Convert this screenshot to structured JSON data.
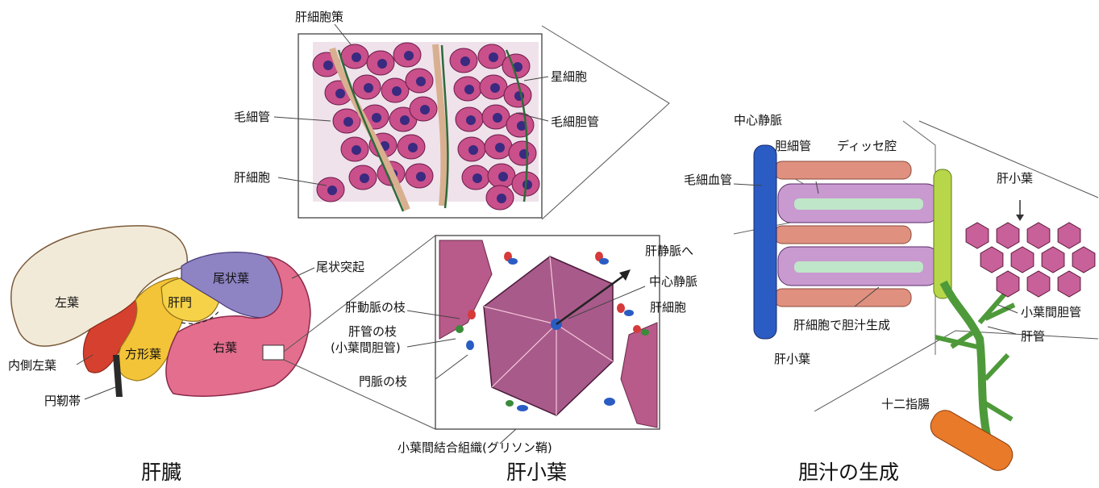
{
  "liver": {
    "caption": "肝臓",
    "left_lobe": "左葉",
    "caudate_lobe": "尾状葉",
    "caudate_process": "尾状突起",
    "hilum": "肝門",
    "right_lobe": "右葉",
    "medial_left_lobe": "内側左葉",
    "quadrate_lobe": "方形葉",
    "round_ligament": "円靭帯"
  },
  "cells": {
    "hepatic_cord": "肝細胞策",
    "stellate_cell": "星細胞",
    "capillary": "毛細管",
    "bile_canaliculus": "毛細胆管",
    "hepatocyte": "肝細胞"
  },
  "lobule": {
    "caption": "肝小葉",
    "to_hepatic_vein": "肝静脈へ",
    "central_vein": "中心静脈",
    "hepatic_artery_branch": "肝動脈の枝",
    "hepatocyte": "肝細胞",
    "bile_duct_branch": "肝管の枝",
    "interlobular_bile_duct": "(小葉間胆管)",
    "portal_vein_branch": "門脈の枝",
    "connective_tissue": "小葉間結合組織(グリソン鞘)"
  },
  "bile": {
    "caption": "胆汁の生成",
    "central_vein": "中心静脈",
    "bile_ductule": "胆細管",
    "disse_space": "ディッセ腔",
    "capillary_vessel": "毛細血管",
    "hepatic_lobule": "肝小葉",
    "bile_production": "肝細胞で胆汁生成",
    "interlobular_bile_duct": "小葉間胆管",
    "hepatic_duct": "肝管",
    "lobule_label": "肝小葉",
    "duodenum": "十二指腸"
  },
  "colors": {
    "cell_pink": "#c9508a",
    "nucleus": "#3a2a80",
    "vessel_blue": "#2a5cc4",
    "capillary_red": "#e0907f",
    "bile_green": "#b8d64a",
    "duct_green": "#4e9a3a",
    "duodenum_orange": "#e87a2a",
    "left_lobe": "#f2ead8",
    "right_lobe": "#e46e8e",
    "caudate": "#8e84c4",
    "yellow": "#f4c438",
    "red": "#d6402e"
  }
}
